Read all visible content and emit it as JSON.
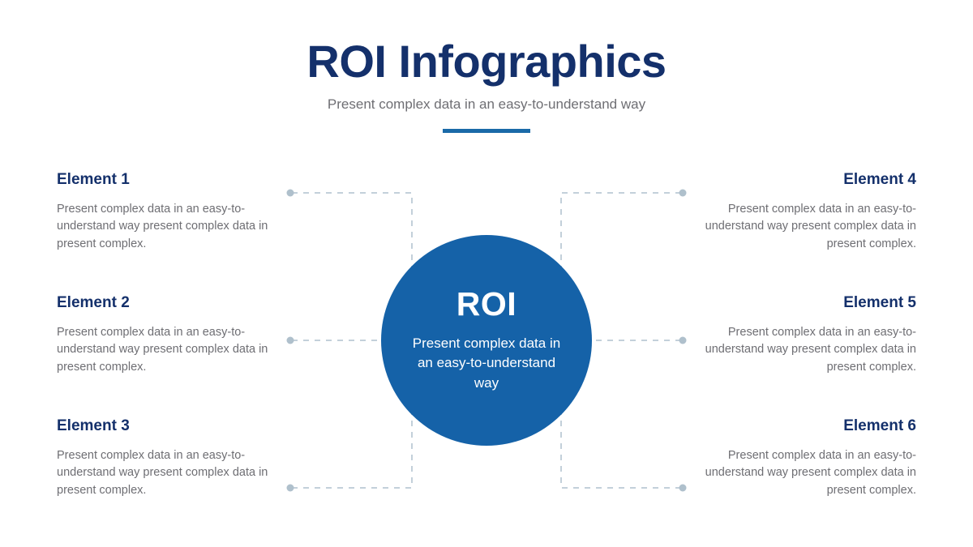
{
  "header": {
    "title": "ROI Infographics",
    "subtitle": "Present complex data in an easy-to-understand way"
  },
  "center": {
    "title": "ROI",
    "description": "Present complex data in an easy-to-understand way"
  },
  "elements": [
    {
      "title": "Element 1",
      "body": "Present complex data in an easy-to-understand way present complex data in present complex.",
      "side": "left"
    },
    {
      "title": "Element 2",
      "body": "Present complex data in an easy-to-understand way present complex data in present complex.",
      "side": "left"
    },
    {
      "title": "Element 3",
      "body": "Present complex data in an easy-to-understand way present complex data in present complex.",
      "side": "left"
    },
    {
      "title": "Element 4",
      "body": "Present complex data in an easy-to-understand way present complex data in present complex.",
      "side": "right"
    },
    {
      "title": "Element 5",
      "body": "Present complex data in an easy-to-understand way present complex data in present complex.",
      "side": "right"
    },
    {
      "title": "Element 6",
      "body": "Present complex data in an easy-to-understand way present complex data in present complex.",
      "side": "right"
    }
  ],
  "colors": {
    "title_navy": "#14306b",
    "circle_blue": "#1562a8",
    "rule_blue": "#1a6aa8",
    "body_gray": "#6e6e73",
    "connector_gray": "#c3d0da",
    "marker_gray": "#afc0cc",
    "background": "#ffffff"
  }
}
